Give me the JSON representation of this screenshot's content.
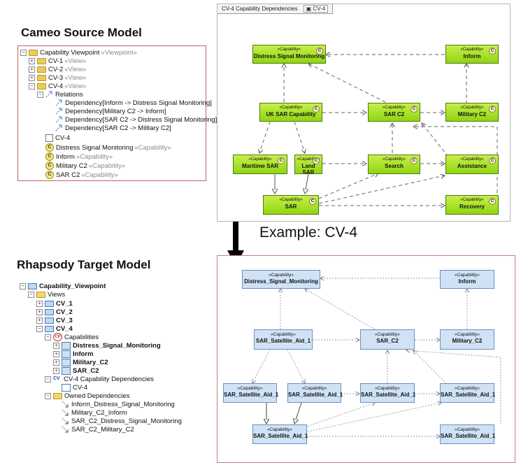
{
  "titles": {
    "cameo_source": "Cameo Source Model",
    "rhapsody_target": "Rhapsody Target Model",
    "example": "Example: CV-4"
  },
  "cameo_tree": {
    "root": "Capability Viewpoint",
    "root_stereotype": "«Viewpoint»",
    "views": [
      {
        "label": "CV-1",
        "stereotype": "«View»"
      },
      {
        "label": "CV-2",
        "stereotype": "«View»"
      },
      {
        "label": "CV-3",
        "stereotype": "«View»"
      },
      {
        "label": "CV-4",
        "stereotype": "«View»"
      }
    ],
    "relations_label": "Relations",
    "dependencies": [
      "Dependency[Inform -> Distress Signal Monitoring]",
      "Dependency[Military C2 -> Inform]",
      "Dependency[SAR C2 -> Distress Signal Monitoring]",
      "Dependency[SAR C2 -> Military C2]"
    ],
    "diagram": "CV-4",
    "capabilities": [
      {
        "label": "Distress Signal Monitoring",
        "stereotype": "«Capability»"
      },
      {
        "label": "Inform",
        "stereotype": "«Capability»"
      },
      {
        "label": "Military C2",
        "stereotype": "«Capability»"
      },
      {
        "label": "SAR C2",
        "stereotype": "«Capability»"
      }
    ]
  },
  "cameo_diagram": {
    "tab_title": "CV-4 Capability Dependencies",
    "tab_sub": "CV-4",
    "stereotype": "«Capability»",
    "nodes": {
      "dsm": "Distress Signal Monitoring",
      "inform": "Inform",
      "uksar": "UK SAR Capability",
      "sarc2": "SAR C2",
      "milc2": "Military C2",
      "maritime": "Maritime SAR",
      "land": "Land SAR",
      "search": "Search",
      "assist": "Assistance",
      "sar": "SAR",
      "recovery": "Recovery"
    },
    "icon_letter": "C"
  },
  "rhapsody_tree": {
    "root": "Capability_Viewpoint",
    "views_folder": "Views",
    "views": [
      "CV_1",
      "CV_2",
      "CV_3",
      "CV_4"
    ],
    "capabilities_folder": "Capabilities",
    "capabilities": [
      "Distress_Signal_Monitoring",
      "Inform",
      "Military_C2",
      "SAR_C2"
    ],
    "diagram_folder": "CV-4 Capability Dependencies",
    "diagram": "CV-4",
    "owned_folder": "Owned Dependencies",
    "dependencies": [
      "Inform_Distress_Signal_Monitoring",
      "Military_C2_Inform",
      "SAR_C2_Distress_Signal_Monitoring",
      "SAR_C2_Military_C2"
    ],
    "cap_icon_text": "CP",
    "cv_icon_text": "CV"
  },
  "rhapsody_diagram": {
    "stereotype": "«Capability»",
    "nodes": {
      "dsm": "Distress_Signal_Monitoring",
      "inform": "Inform",
      "sat1": "SAR_Satellite_Aid_1",
      "sarc2": "SAR_C2",
      "milc2": "Military_C2",
      "sat2": "SAR_Satellite_Aid_1",
      "sat3": "SAR_Satellite_Aid_1",
      "sat4": "SAR_Satellite_Aid_1",
      "sat5": "SAR_Satellite_Aid_1",
      "sat6": "SAR_Satellite_Aid_1",
      "sat7": "SAR_Satellite_Aid_1"
    }
  },
  "colors": {
    "cameo_node_top": "#c7ef48",
    "cameo_node_bottom": "#8fd613",
    "rhapsody_node": "#cfe2f6",
    "rhapsody_frame": "#c08080"
  }
}
